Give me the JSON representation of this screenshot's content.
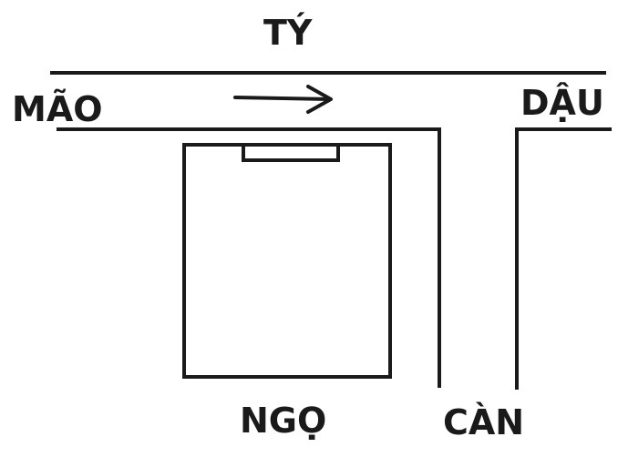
{
  "labels": {
    "north": "TÝ",
    "east": "MÃO",
    "west": "DẬU",
    "south": "NGỌ",
    "northwest": "CÀN"
  },
  "colors": {
    "stroke": "#1a1a1a",
    "background": "#ffffff"
  },
  "icons": {
    "flow_arrow": "arrow-right-icon"
  }
}
